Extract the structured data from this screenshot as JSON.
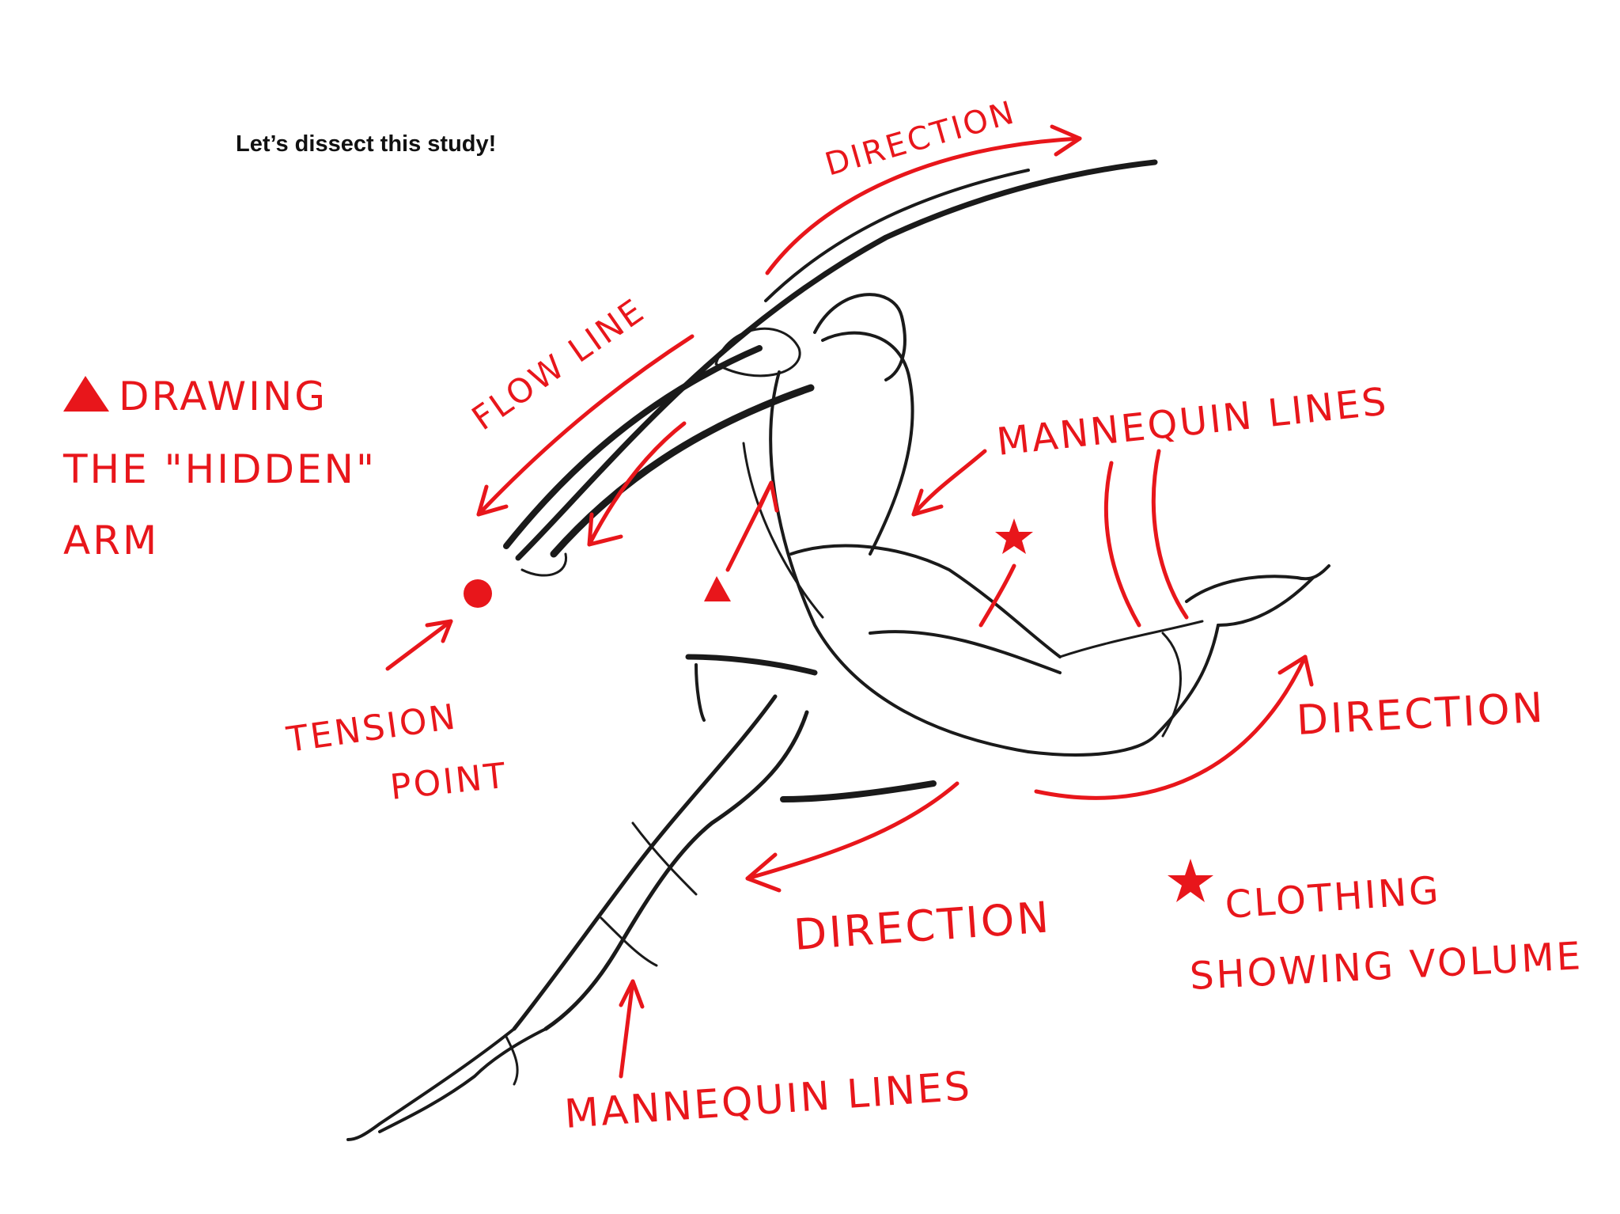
{
  "title": "Let’s dissect this study!",
  "colors": {
    "annotation": "#e8161b",
    "sketch": "#1a1a1a",
    "background": "#ffffff"
  },
  "annotations": {
    "hidden_arm": [
      "DRAWING",
      "THE \"HIDDEN\"",
      "ARM"
    ],
    "flow_line": "FLOW LINE",
    "direction_top": "DIRECTION",
    "mannequin_lines_right": "MANNEQUIN LINES",
    "direction_right": "DIRECTION",
    "direction_bottom": "DIRECTION",
    "tension_point": [
      "TENSION",
      "POINT"
    ],
    "clothing": [
      "CLOTHING",
      "SHOWING VOLUME"
    ],
    "mannequin_lines_bottom": "MANNEQUIN LINES"
  },
  "symbols": {
    "triangle": "triangle-icon",
    "star": "star-icon",
    "dot": "dot-icon"
  }
}
